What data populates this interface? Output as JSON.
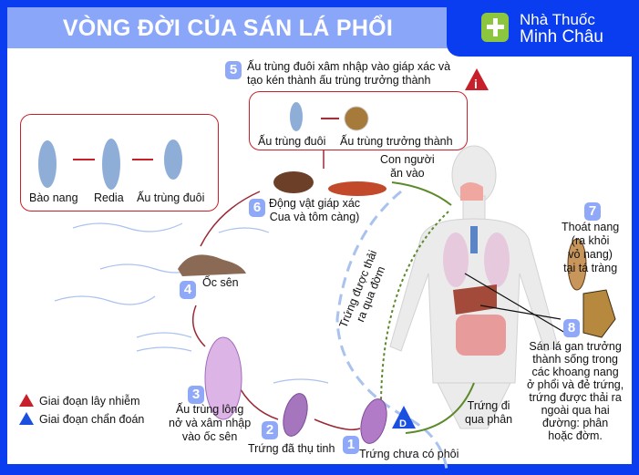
{
  "title": "VÒNG ĐỜI CỦA SÁN LÁ PHỔI",
  "brand": {
    "line1": "Nhà Thuốc",
    "line2": "Minh Châu",
    "accent": "#8cc63f",
    "frame": "#0a3cf0"
  },
  "steps": [
    {
      "num": "1",
      "label": "Trứng chưa có phôi"
    },
    {
      "num": "2",
      "label": "Trứng đã thụ tinh"
    },
    {
      "num": "3",
      "label_lines": [
        "Ấu trùng lông",
        "nở và xâm nhập",
        "vào ốc sên"
      ]
    },
    {
      "num": "4",
      "label": "Ốc sên"
    },
    {
      "num": "5",
      "label_lines": [
        "Ấu trùng đuôi xâm nhập vào giáp xác và",
        "tạo kén thành ấu trùng trưởng thành"
      ]
    },
    {
      "num": "6",
      "label_lines": [
        "Động vật giáp xác",
        "Cua và tôm càng)"
      ]
    },
    {
      "num": "7",
      "label_lines": [
        "Thoát nang",
        "(ra khỏi",
        "vỏ nang)",
        "tại tá tràng"
      ]
    },
    {
      "num": "8",
      "label_lines": [
        "Sán lá gan trưởng",
        "thành sống trong",
        "các khoang nang",
        "ở phổi và đẻ trứng,",
        "trứng được thải ra",
        "ngoài qua hai",
        "đường: phân",
        "hoặc đờm."
      ]
    }
  ],
  "snail_box": {
    "labels": [
      "Bào nang",
      "Redia",
      "Ấu trùng đuôi"
    ]
  },
  "crustacean_box": {
    "labels": [
      "Ấu trùng đuôi",
      "Ấu trùng trưởng thành"
    ]
  },
  "annotations": {
    "eaten": [
      "Con người",
      "ăn vào"
    ],
    "sputum": [
      "Trứng được thải",
      "ra qua đờm"
    ],
    "feces": [
      "Trứng đi",
      "qua phân"
    ]
  },
  "legend": [
    {
      "icon": "i",
      "label": "Giai đoạn lây nhiễm",
      "color": "#c8202a"
    },
    {
      "icon": "D",
      "label": "Giai đoạn chẩn đoán",
      "color": "#1a4fe0"
    }
  ]
}
